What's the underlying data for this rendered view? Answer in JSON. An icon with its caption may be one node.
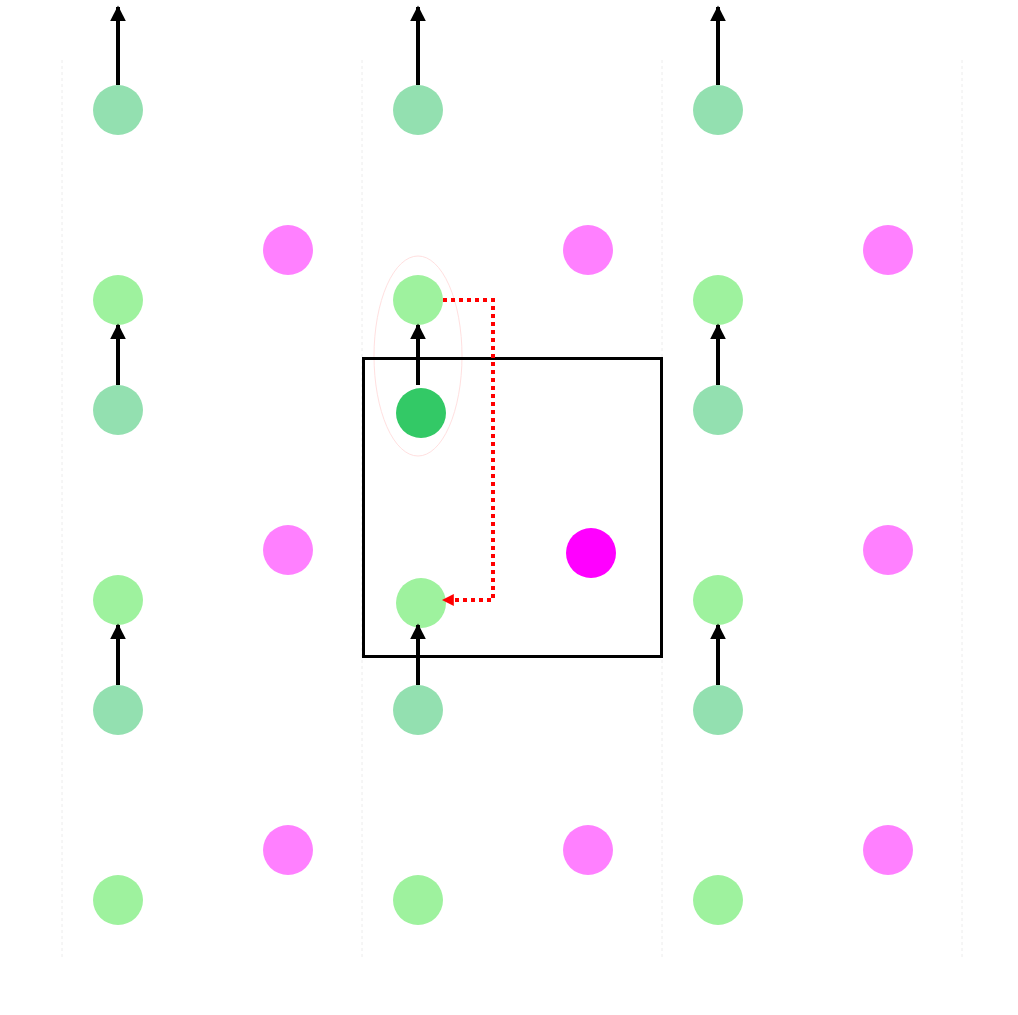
{
  "diagram": {
    "nodes": [
      {
        "text": [],
        "shape": "box"
      },
      {
        "text": [],
        "shape": "circle"
      },
      {
        "text": [],
        "shape": "circle"
      },
      {
        "text": [],
        "shape": "circle"
      },
      {
        "text": [],
        "shape": "circle"
      },
      {
        "text": [],
        "shape": "circle"
      },
      {
        "text": [],
        "shape": "circle"
      },
      {
        "text": [],
        "shape": "circle"
      },
      {
        "text": [],
        "shape": "circle"
      },
      {
        "text": [],
        "shape": "circle"
      },
      {
        "text": [],
        "shape": "circle"
      },
      {
        "text": [],
        "shape": "circle",
        "in": 0
      },
      {
        "text": [],
        "shape": "circle"
      },
      {
        "text": [],
        "shape": "circle"
      },
      {
        "text": [],
        "shape": "circle",
        "in": 0
      },
      {
        "text": [],
        "shape": "circle"
      },
      {
        "text": [],
        "shape": "circle"
      },
      {
        "text": [],
        "shape": "circle",
        "in": 0
      },
      {
        "text": [],
        "shape": "circle"
      },
      {
        "text": [],
        "shape": "circle"
      },
      {
        "text": [],
        "shape": "circle"
      },
      {
        "text": [],
        "shape": "circle"
      },
      {
        "text": [],
        "shape": "circle"
      },
      {
        "text": [],
        "shape": "circle"
      },
      {
        "text": [],
        "shape": "circle"
      },
      {
        "text": [],
        "shape": "circle"
      },
      {
        "text": [],
        "shape": "circle"
      },
      {
        "text": [],
        "shape": "circle"
      }
    ],
    "edges": [
      {
        "from": 1,
        "to": null,
        "arrow": "to"
      },
      {
        "from": 2,
        "to": null,
        "arrow": "to"
      },
      {
        "from": 3,
        "to": null,
        "arrow": "to"
      },
      {
        "from": 10,
        "to": 7,
        "arrow": "to"
      },
      {
        "from": 11,
        "to": 8,
        "arrow": "to"
      },
      {
        "from": 12,
        "to": 9,
        "arrow": "to"
      },
      {
        "from": 19,
        "to": 16,
        "arrow": "to"
      },
      {
        "from": 20,
        "to": 17,
        "arrow": "to"
      },
      {
        "from": 21,
        "to": 18,
        "arrow": "to"
      },
      {
        "from": 8,
        "to": 17,
        "arrow": "to",
        "style": "dashed",
        "color": "#ff0000"
      }
    ]
  }
}
